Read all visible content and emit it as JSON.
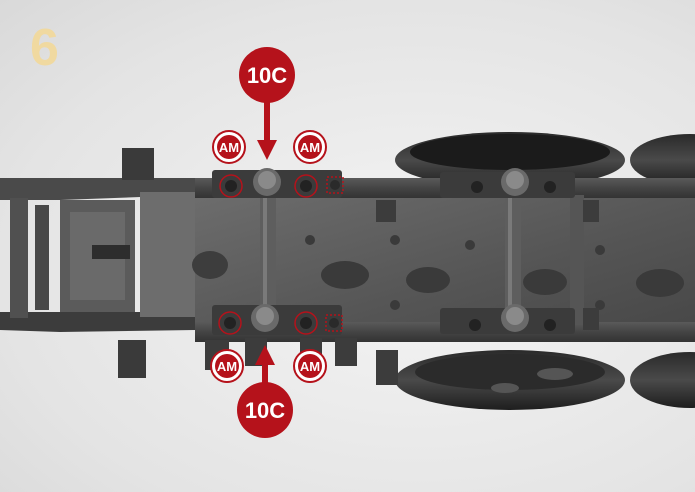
{
  "step_number": "6",
  "callouts": {
    "part_top": "10C",
    "part_bottom": "10C",
    "screw_top_left": "AM",
    "screw_top_right": "AM",
    "screw_bottom_left": "AM",
    "screw_bottom_right": "AM"
  },
  "colors": {
    "accent_red": "#b5121b",
    "step_number": "#f0d9a0",
    "metal_dark": "#3a3a3a"
  }
}
